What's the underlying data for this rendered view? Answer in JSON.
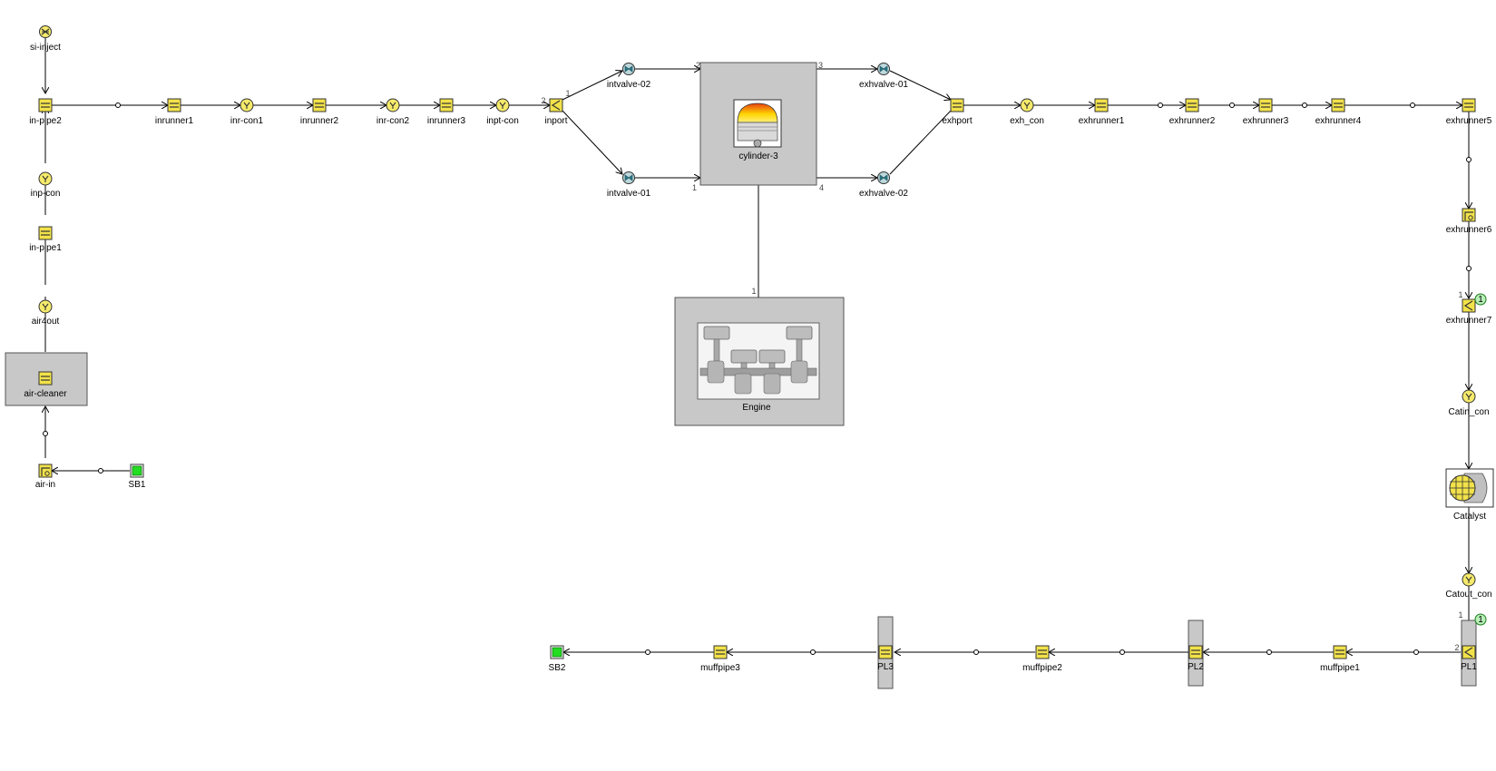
{
  "labels": {
    "si_inject": "si-inject",
    "in_pipe2": "in-pipe2",
    "inp_con": "inp-con",
    "in_pipe1": "in-pipe1",
    "air4out": "air4out",
    "air_cleaner": "air-cleaner",
    "air_in": "air-in",
    "sb1": "SB1",
    "inrunner1": "inrunner1",
    "inr_con1": "inr-con1",
    "inrunner2": "inrunner2",
    "inr_con2": "inr-con2",
    "inrunner3": "inrunner3",
    "inpt_con": "inpt-con",
    "inport": "inport",
    "intvalve_02": "intvalve-02",
    "intvalve_01": "intvalve-01",
    "cylinder_3": "cylinder-3",
    "engine": "Engine",
    "exhvalve_01": "exhvalve-01",
    "exhvalve_02": "exhvalve-02",
    "exhport": "exhport",
    "exh_con": "exh_con",
    "exhrunner1": "exhrunner1",
    "exhrunner2": "exhrunner2",
    "exhrunner3": "exhrunner3",
    "exhrunner4": "exhrunner4",
    "exhrunner5": "exhrunner5",
    "exhrunner6": "exhrunner6",
    "exhrunner7": "exhrunner7",
    "catin_con": "Catin_con",
    "catalyst": "Catalyst",
    "catout_con": "Catout_con",
    "pl1": "PL1",
    "muffpipe1": "muffpipe1",
    "pl2": "PL2",
    "muffpipe2": "muffpipe2",
    "pl3": "PL3",
    "muffpipe3": "muffpipe3",
    "sb2": "SB2"
  },
  "ports": {
    "inport_in": "2",
    "inport_out": "1",
    "cyl_tl": "2",
    "cyl_tr": "3",
    "cyl_bl": "1",
    "cyl_br": "4",
    "engine_top": "1",
    "exhrunner7_top": "1",
    "exhrunner7_badge": "1",
    "pl1_top": "1",
    "pl1_badge": "1",
    "pl1_right": "2"
  },
  "colors": {
    "pipe_fill": "#f2e24a",
    "connector_fill": "#f5ea6a",
    "boundary_green": "#22dd22",
    "box_gray": "#c8c8c8",
    "valve_fill": "#bcd8dc"
  }
}
